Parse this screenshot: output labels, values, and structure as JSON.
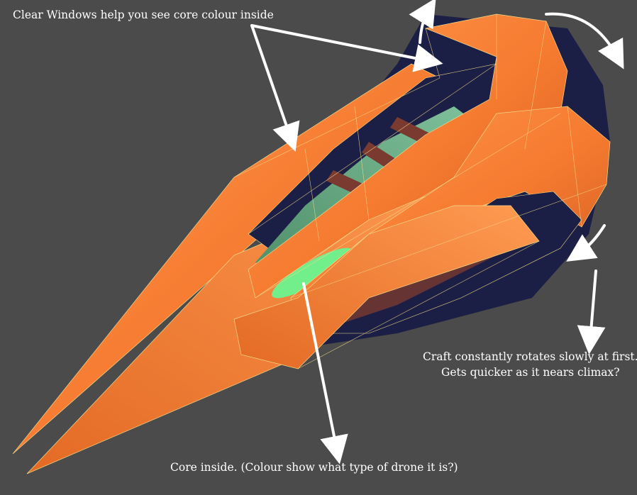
{
  "annotations": {
    "windows": "Clear Windows help you see core colour inside",
    "rotate_line1": "Craft constantly rotates slowly at first.",
    "rotate_line2": "Gets quicker as it nears climax?",
    "core": "Core inside. (Colour show what type of drone it is?)"
  },
  "colors": {
    "background": "#4b4b4b",
    "hull_orange": "#f57a30",
    "hull_shadow": "#c8581d",
    "window_dark": "#1c1f45",
    "core_green": "#5ca07a",
    "core_bright": "#72ee8a",
    "strut_brown": "#7b3a30",
    "wireframe": "#f3d98a",
    "arrows": "#ffffff"
  }
}
